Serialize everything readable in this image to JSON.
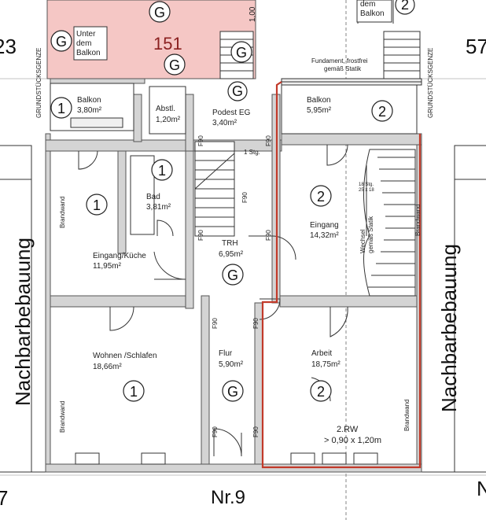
{
  "marker_labels": {
    "g": "G",
    "one": "1",
    "two": "2"
  },
  "top": {
    "lot_number": "151",
    "elevation": "1,00",
    "unter_balkon_left_l1": "Unter",
    "unter_balkon_left_l2": "dem",
    "unter_balkon_left_l3": "Balkon",
    "unter_balkon_right_l1": "dem",
    "unter_balkon_right_l2": "Balkon",
    "left_edge_number": "23",
    "right_edge_number": "57"
  },
  "boundaries": {
    "left": "GRUNDSTÜCKSGENZE",
    "right": "GRUNDSTÜCKSGENZE"
  },
  "notes": {
    "fundament_l1": "Fundament, frostfrei",
    "fundament_l2": "gemäß Statik",
    "stg": "1 Stg.",
    "stairs_l1": "18 Stg.",
    "stairs_l2": "25 x 18",
    "wechsel_l1": "Wechsel",
    "wechsel_l2": "gemäß Statik"
  },
  "rooms": {
    "balkon_left": {
      "name": "Balkon",
      "area": "3,80m²"
    },
    "abstl": {
      "name": "Abstl.",
      "area": "1,20m²"
    },
    "podest": {
      "name": "Podest EG",
      "area": "3,40m²"
    },
    "balkon_right": {
      "name": "Balkon",
      "area": "5,95m²"
    },
    "bad": {
      "name": "Bad",
      "area": "3,81m²"
    },
    "eingang_kueche": {
      "name": "Eingang/Küche",
      "area": "11,95m²"
    },
    "trh": {
      "name": "TRH",
      "area": "6,95m²"
    },
    "eingang": {
      "name": "Eingang",
      "area": "14,32m²"
    },
    "wohnen": {
      "name": "Wohnen /Schlafen",
      "area": "18,66m²"
    },
    "flur": {
      "name": "Flur",
      "area": "5,90m²"
    },
    "arbeit": {
      "name": "Arbeit",
      "area": "18,75m²"
    }
  },
  "walls": {
    "brandwand": "Brandwand",
    "f90": "F90"
  },
  "escape": {
    "title": "2.RW",
    "size": "> 0,90 x 1,20m"
  },
  "neighbors": {
    "left": "Nachbarbebauung",
    "right": "Nachbarbebauung"
  },
  "bottom": {
    "house_number": "Nr.9",
    "left_edge": "7",
    "right_edge": "N"
  }
}
